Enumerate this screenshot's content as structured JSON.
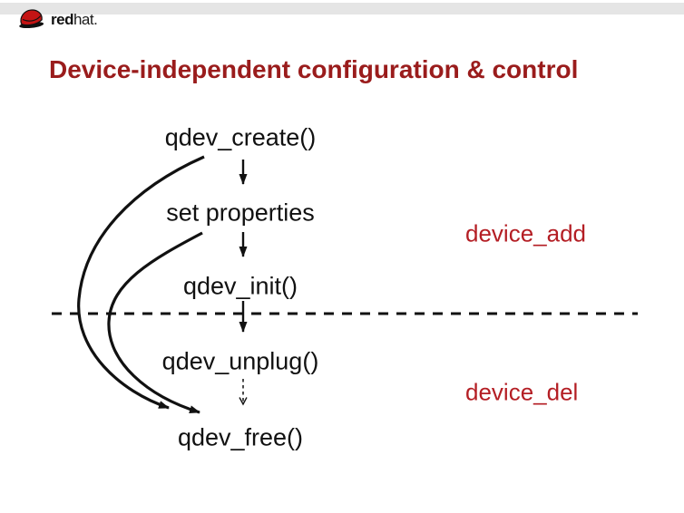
{
  "logo": {
    "brand_bold": "red",
    "brand_regular": "hat."
  },
  "title": "Device-independent configuration & control",
  "diagram": {
    "nodes": [
      {
        "label": "qdev_create()"
      },
      {
        "label": "set properties"
      },
      {
        "label": "qdev_init()"
      },
      {
        "label": "qdev_unplug()"
      },
      {
        "label": "qdev_free()"
      }
    ],
    "side_labels": [
      {
        "label": "device_add"
      },
      {
        "label": "device_del"
      }
    ]
  },
  "colors": {
    "title_red": "#9a1c1c",
    "side_label_red": "#b41e24",
    "diagram_ink": "#111111",
    "header_band_gray": "#e5e5e5",
    "logo_red": "#c41414"
  }
}
